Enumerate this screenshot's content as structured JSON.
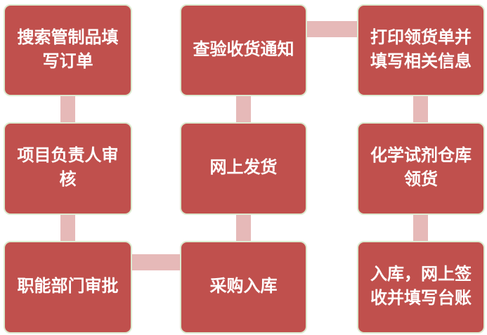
{
  "diagram": {
    "type": "flowchart",
    "steps": [
      {
        "id": "search-controlled-items-order",
        "label": "搜索管制品填\n写订单",
        "col": 1,
        "row": 1
      },
      {
        "id": "project-leader-review",
        "label": "项目负责人审\n核",
        "col": 1,
        "row": 2
      },
      {
        "id": "functional-dept-approval",
        "label": "职能部门审批",
        "col": 1,
        "row": 3
      },
      {
        "id": "purchase-warehousing",
        "label": "采购入库",
        "col": 2,
        "row": 3
      },
      {
        "id": "online-shipping",
        "label": "网上发货",
        "col": 2,
        "row": 2
      },
      {
        "id": "check-receipt-notice",
        "label": "查验收货通知",
        "col": 2,
        "row": 1
      },
      {
        "id": "print-pickup-slip",
        "label": "打印领货单并\n填写相关信息",
        "col": 3,
        "row": 1
      },
      {
        "id": "chemical-warehouse-pickup",
        "label": "化学试剂仓库\n领货",
        "col": 3,
        "row": 2
      },
      {
        "id": "inbound-sign-ledger",
        "label": "入库，网上签\n收并填写台账",
        "col": 3,
        "row": 3
      }
    ],
    "connections": [
      {
        "from": "search-controlled-items-order",
        "to": "project-leader-review",
        "direction": "down"
      },
      {
        "from": "project-leader-review",
        "to": "functional-dept-approval",
        "direction": "down"
      },
      {
        "from": "functional-dept-approval",
        "to": "purchase-warehousing",
        "direction": "right"
      },
      {
        "from": "purchase-warehousing",
        "to": "online-shipping",
        "direction": "up"
      },
      {
        "from": "online-shipping",
        "to": "check-receipt-notice",
        "direction": "up"
      },
      {
        "from": "check-receipt-notice",
        "to": "print-pickup-slip",
        "direction": "right"
      },
      {
        "from": "print-pickup-slip",
        "to": "chemical-warehouse-pickup",
        "direction": "down"
      },
      {
        "from": "chemical-warehouse-pickup",
        "to": "inbound-sign-ledger",
        "direction": "down"
      }
    ]
  },
  "colors": {
    "box_fill": "#c0504d",
    "box_border": "#dcead0",
    "connector": "#e6b9b8",
    "text": "#ffffff",
    "background": "#ffffff"
  }
}
